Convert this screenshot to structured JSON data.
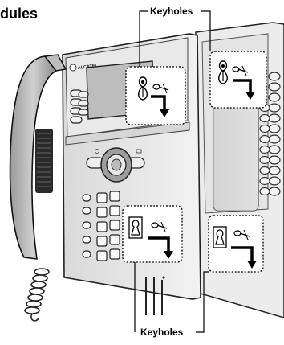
{
  "title": "dules",
  "callouts": {
    "top_label": "Keyholes",
    "bottom_label": "Keyholes"
  },
  "phone": {
    "brand": "ALCATEL"
  }
}
